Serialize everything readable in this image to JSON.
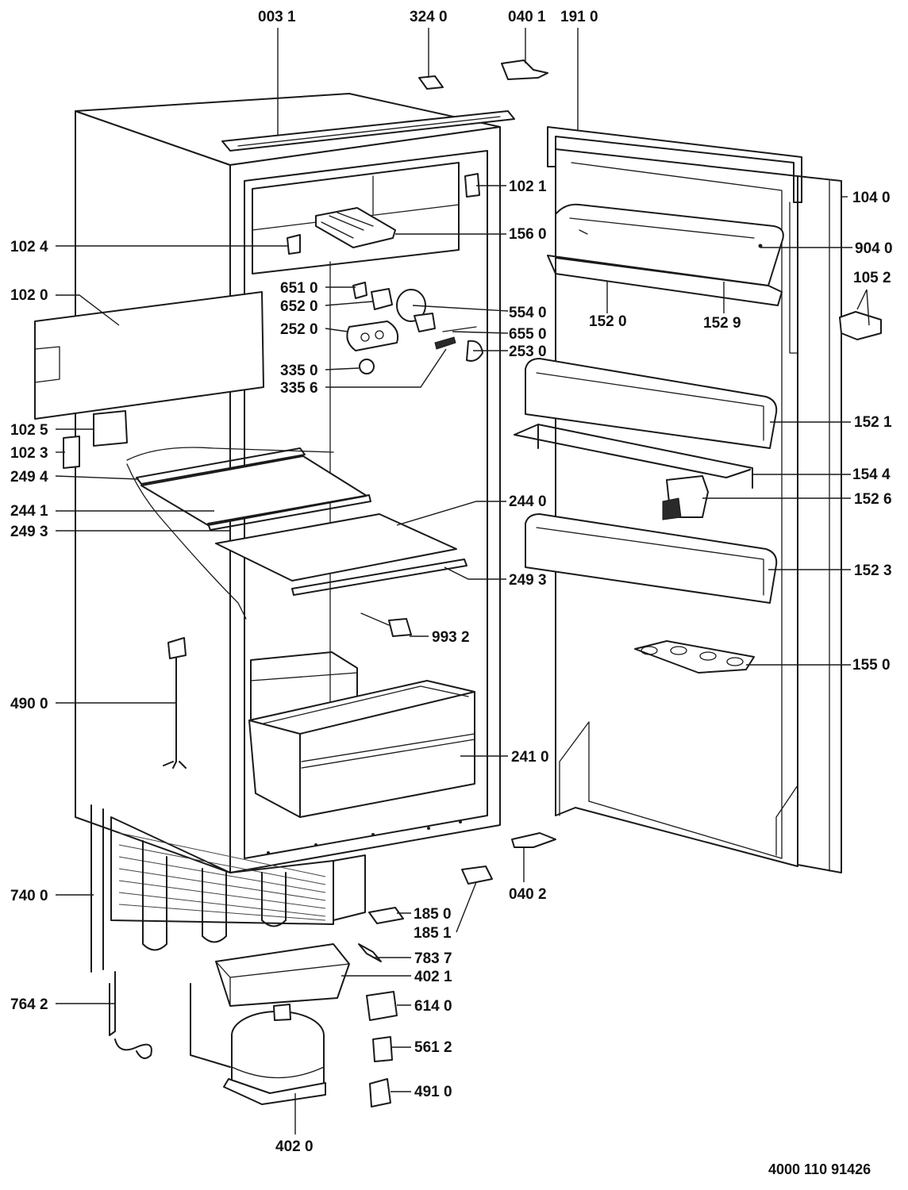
{
  "diagram": {
    "document_number": "4000 110 91426",
    "labels": [
      "003 1",
      "324 0",
      "040 1",
      "191 0",
      "102 1",
      "104 0",
      "102 4",
      "156 0",
      "904 0",
      "105 2",
      "102 0",
      "651 0",
      "652 0",
      "554 0",
      "152 0",
      "152 9",
      "252 0",
      "655 0",
      "253 0",
      "335 0",
      "335 6",
      "102 5",
      "102 3",
      "152 1",
      "249 4",
      "154 4",
      "152 6",
      "244 1",
      "244 0",
      "249 3",
      "249 3",
      "152 3",
      "993 2",
      "155 0",
      "490 0",
      "241 0",
      "740 0",
      "040 2",
      "185 0",
      "185 1",
      "783 7",
      "402 1",
      "764 2",
      "614 0",
      "561 2",
      "491 0",
      "402 0"
    ]
  }
}
